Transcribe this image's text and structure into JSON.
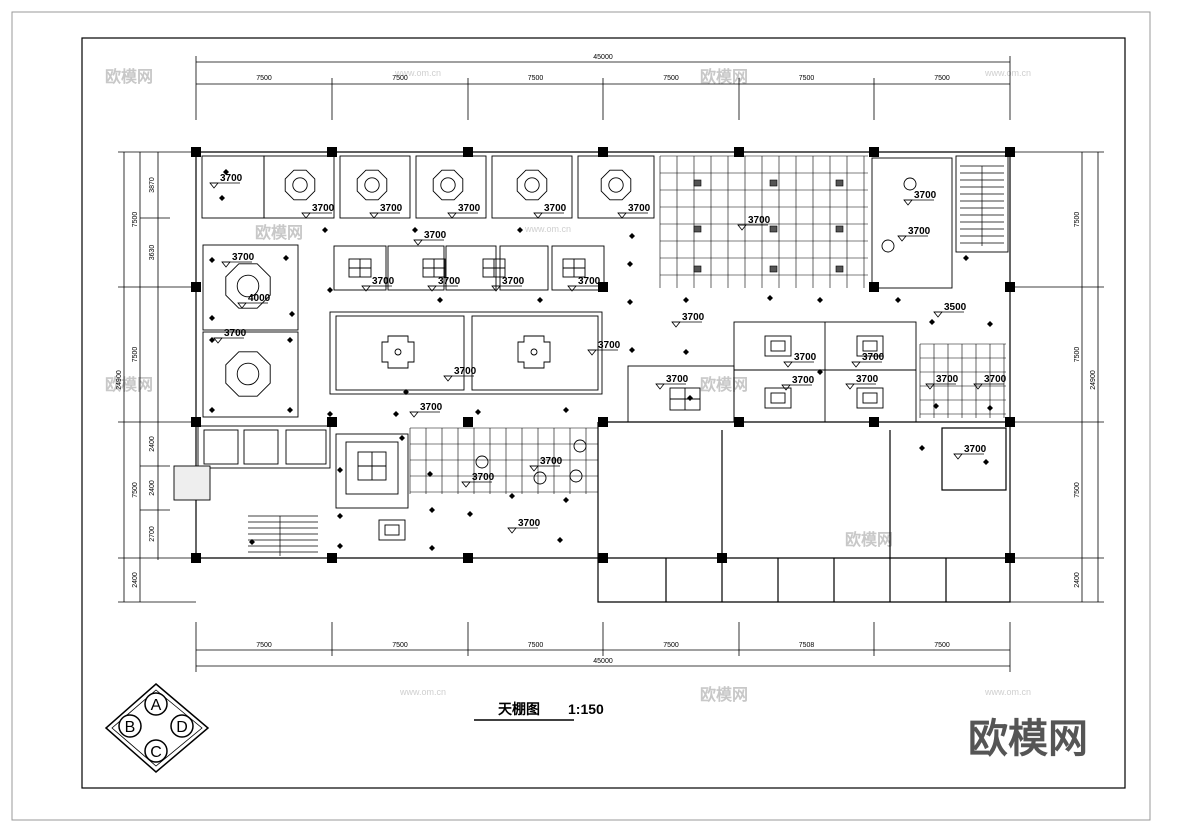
{
  "drawing": {
    "title": "天棚图",
    "scale": "1:150",
    "overall_dimension": "45000",
    "bay_dimensions_top": [
      "7500",
      "7500",
      "7500",
      "7500",
      "7500",
      "7500"
    ],
    "bay_dimensions_bottom": [
      "7500",
      "7500",
      "7500",
      "7500",
      "7508",
      "7500"
    ],
    "left_dimensions_outer": [
      "7500",
      "7500",
      "7500",
      "2400"
    ],
    "left_dimensions_inner": [
      "3870",
      "3630",
      "2400",
      "2400",
      "2700"
    ],
    "left_total": "24900",
    "right_dimensions": [
      "7500",
      "7500",
      "7500",
      "2400"
    ],
    "right_total": "24900"
  },
  "elevation_labels": [
    "3700",
    "4000",
    "3500"
  ],
  "compass": {
    "a": "A",
    "b": "B",
    "c": "C",
    "d": "D"
  },
  "watermark": {
    "brand": "欧模网",
    "url": "www.om.cn"
  }
}
